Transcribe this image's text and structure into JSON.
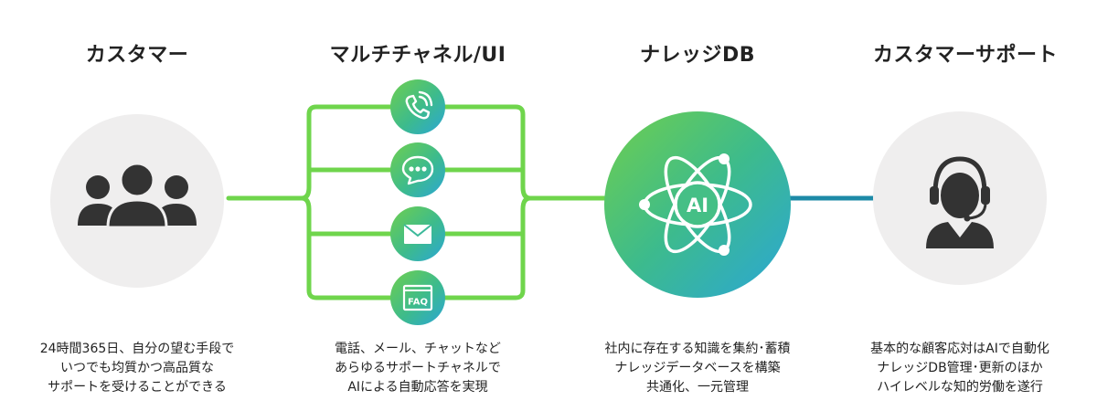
{
  "columns": [
    {
      "title": "カスタマー",
      "icon": "customers-icon",
      "description": [
        "24時間365日、自分の望む手段で",
        "いつでも均質かつ高品質な",
        "サポートを受けることができる"
      ]
    },
    {
      "title": "マルチチャネル/UI",
      "icon": "multichannel",
      "description": [
        "電話、メール、チャットなど",
        "あらゆるサポートチャネルで",
        "AIによる自動応答を実現"
      ]
    },
    {
      "title": "ナレッジDB",
      "icon": "ai-atom-icon",
      "description": [
        "社内に存在する知識を集約･蓄積",
        "ナレッジデータベースを構築",
        "共通化、一元管理"
      ]
    },
    {
      "title": "カスタマーサポート",
      "icon": "support-agent-icon",
      "description": [
        "基本的な顧客応対はAIで自動化",
        "ナレッジDB管理･更新のほか",
        "ハイレベルな知的労働を遂行"
      ]
    }
  ],
  "channels": [
    {
      "icon": "phone-icon"
    },
    {
      "icon": "chat-icon"
    },
    {
      "icon": "mail-icon"
    },
    {
      "icon": "faq-icon",
      "label": "FAQ"
    }
  ],
  "ai_label": "AI",
  "colors": {
    "connector_green": "#6fd54c",
    "connector_blue": "#1d8aa7",
    "gradient_start": "#6fcf4e",
    "gradient_end": "#2ba6d6",
    "icon_dark": "#333333",
    "circle_gray": "#efeeee"
  }
}
